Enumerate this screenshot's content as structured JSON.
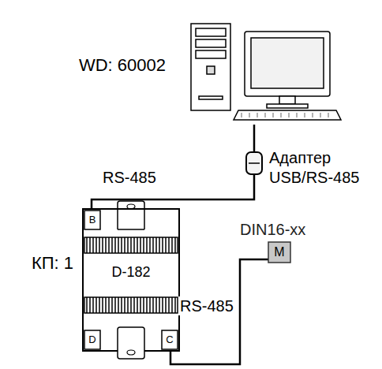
{
  "diagram": {
    "nodes": [
      {
        "text": [
          "WD: 60002"
        ]
      },
      {
        "text": [
          "Адаптер USB/RS-485"
        ]
      },
      {
        "text": [
          "КП: 1",
          "D-182"
        ]
      },
      {
        "text": [
          "DIN16-xx",
          "M"
        ]
      }
    ],
    "edges": [
      {
        "from": 0,
        "to": 1,
        "arrow": "none"
      },
      {
        "from": 1,
        "to": 2,
        "label": "RS-485",
        "arrow": "none"
      },
      {
        "from": 2,
        "to": 3,
        "label": "RS-485",
        "arrow": "none"
      }
    ],
    "labels": [
      "B",
      "D",
      "C"
    ]
  }
}
